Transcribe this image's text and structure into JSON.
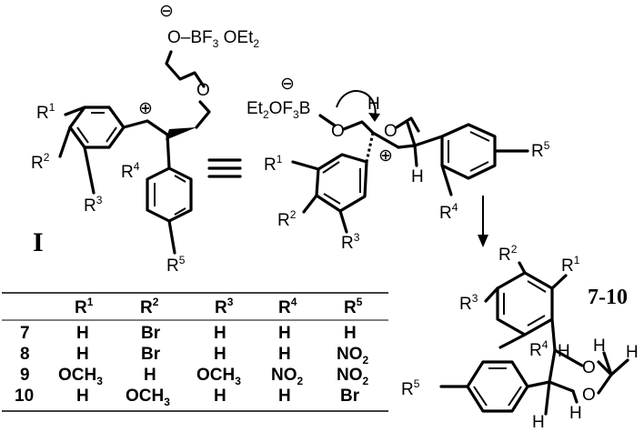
{
  "labels": {
    "intermediate": "I",
    "product": "7-10",
    "bf3_group": [
      "O",
      "B",
      "F",
      "3",
      " OEt",
      "2"
    ],
    "bf3_group_right": [
      "Et",
      "2",
      "OF",
      "3",
      "B"
    ],
    "minus": "⊖",
    "plus": "⊕",
    "oxygen": "O",
    "hydrogen": "H",
    "r1": [
      "R",
      "1"
    ],
    "r2": [
      "R",
      "2"
    ],
    "r3": [
      "R",
      "3"
    ],
    "r4": [
      "R",
      "4"
    ],
    "r5": [
      "R",
      "5"
    ]
  },
  "table": {
    "headers": [
      "",
      "R1",
      "R2",
      "R3",
      "R4",
      "R5"
    ],
    "header_sup": [
      "",
      "1",
      "2",
      "3",
      "4",
      "5"
    ],
    "rows": [
      {
        "id": "7",
        "cells": [
          "H",
          "Br",
          "H",
          "H",
          "H"
        ]
      },
      {
        "id": "8",
        "cells": [
          "H",
          "Br",
          "H",
          "H",
          "NO2"
        ]
      },
      {
        "id": "9",
        "cells": [
          "OCH3",
          "H",
          "OCH3",
          "NO2",
          "NO2"
        ]
      },
      {
        "id": "10",
        "cells": [
          "H",
          "OCH3",
          "H",
          "H",
          "Br"
        ]
      }
    ],
    "cell_text": [
      [
        "H",
        "Br",
        "H",
        "H",
        "H"
      ],
      [
        "H",
        "Br",
        "H",
        "H",
        "NO",
        "2"
      ],
      [
        "OCH",
        "3",
        "H",
        "OCH",
        "3",
        "NO",
        "2",
        "NO",
        "2"
      ],
      [
        "H",
        "OCH",
        "3",
        "H",
        "H",
        "Br"
      ]
    ]
  }
}
